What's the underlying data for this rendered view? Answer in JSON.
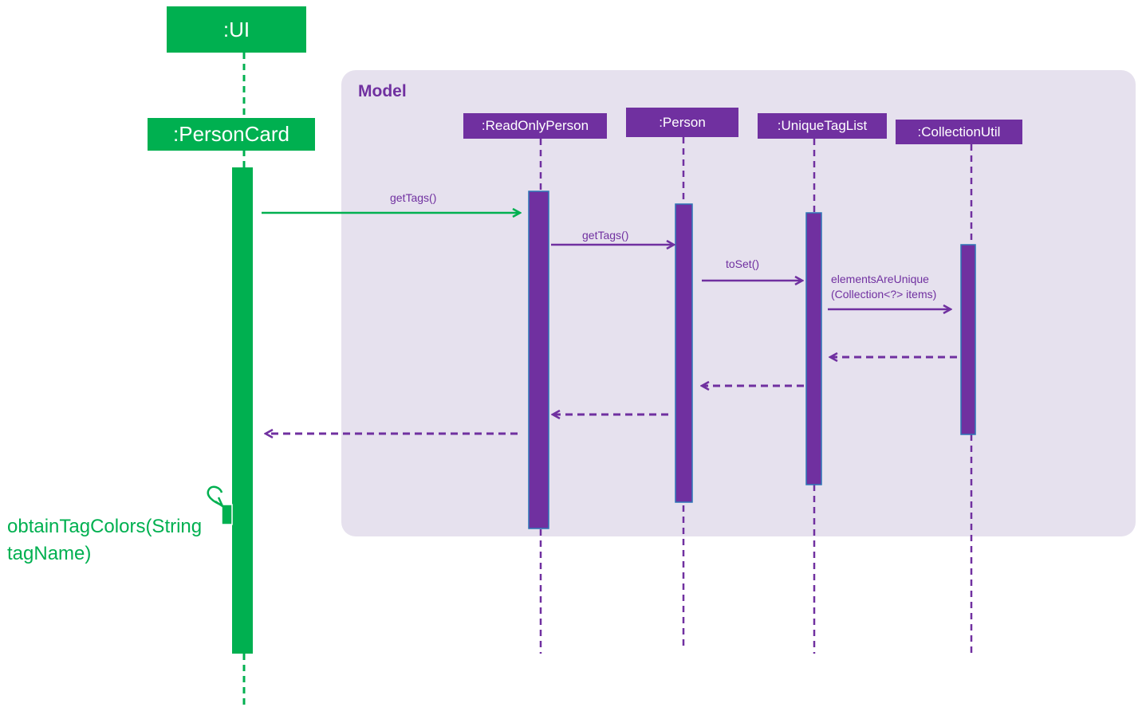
{
  "frame": {
    "title": "Model"
  },
  "participants": {
    "ui": ":UI",
    "person_card": ":PersonCard",
    "read_only_person": ":ReadOnlyPerson",
    "person": ":Person",
    "unique_tag_list": ":UniqueTagList",
    "collection_util": ":CollectionUtil"
  },
  "messages": {
    "person_card_get_tags": "getTags()",
    "read_only_person_get_tags": "getTags()",
    "to_set": "toSet()",
    "elements_are_unique_line1": "elementsAreUnique",
    "elements_are_unique_line2": "(Collection<?> items)",
    "obtain_tag_colors_line1": "obtainTagColors(String",
    "obtain_tag_colors_line2": "tagName)"
  },
  "colors": {
    "ui_green": "#00b050",
    "model_purple": "#7030a0",
    "frame_fill": "#e6e1ee",
    "activation_border": "#2e75b6"
  }
}
